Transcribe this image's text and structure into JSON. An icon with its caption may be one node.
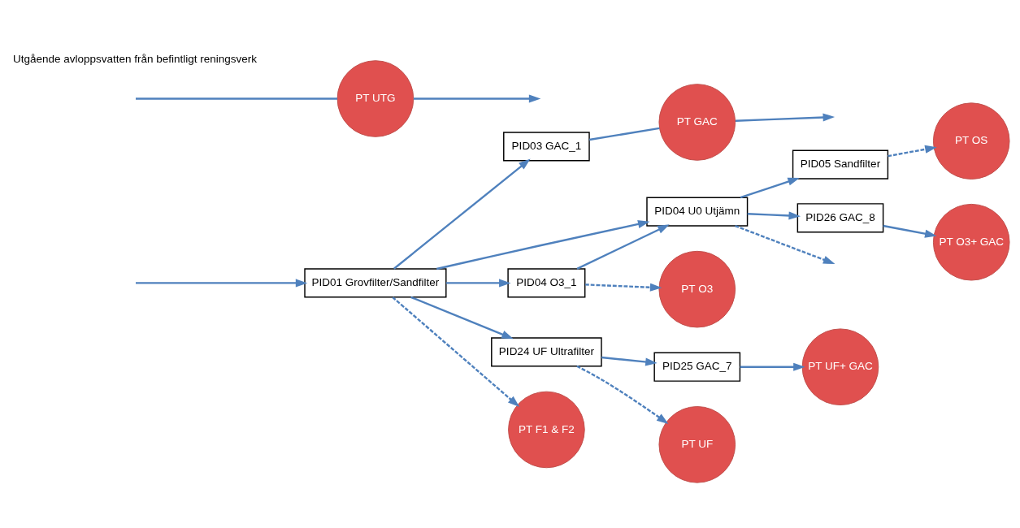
{
  "diagram": {
    "nodes": [
      {
        "text": [
          "PID01 Grovfilter/Sandfilter"
        ]
      },
      {
        "text": [
          "PID03 GAC_1"
        ]
      },
      {
        "text": [
          "PID04 O3_1"
        ]
      },
      {
        "text": [
          "PID04 U0 Utjämn"
        ]
      },
      {
        "text": [
          "PID05 Sandfilter"
        ]
      },
      {
        "text": [
          "PID26 GAC_8"
        ]
      },
      {
        "text": [
          "PID24 UF Ultrafilter"
        ]
      },
      {
        "text": [
          "PID25 GAC_7"
        ]
      },
      {
        "text": [
          "PT UTG"
        ]
      },
      {
        "text": [
          "PT F1 & F2"
        ]
      },
      {
        "text": [
          "PT GAC"
        ]
      },
      {
        "text": [
          "PT O3"
        ]
      },
      {
        "text": [
          "PT OS"
        ]
      },
      {
        "text": [
          "PT O3+ GAC"
        ]
      },
      {
        "text": [
          "PT UF"
        ]
      },
      {
        "text": [
          "PT UF+ GAC"
        ]
      }
    ],
    "edges": [
      {
        "from": null,
        "to": 8,
        "arrow": "none"
      },
      {
        "from": 8,
        "to": null,
        "arrow": "to"
      },
      {
        "from": null,
        "to": 0,
        "arrow": "to"
      },
      {
        "from": 0,
        "to": 9,
        "arrow": "to",
        "style": "dashed"
      },
      {
        "from": 0,
        "to": 1,
        "arrow": "to"
      },
      {
        "from": 0,
        "to": 2,
        "arrow": "to"
      },
      {
        "from": 0,
        "to": 3,
        "arrow": "to"
      },
      {
        "from": 0,
        "to": 6,
        "arrow": "to"
      },
      {
        "from": 1,
        "to": 10,
        "arrow": "none"
      },
      {
        "from": 10,
        "to": null,
        "arrow": "to"
      },
      {
        "from": 2,
        "to": 11,
        "arrow": "to",
        "style": "dashed"
      },
      {
        "from": 2,
        "to": 3,
        "arrow": "to"
      },
      {
        "from": 3,
        "to": null,
        "arrow": "to",
        "style": "dashed"
      },
      {
        "from": 3,
        "to": 4,
        "arrow": "to"
      },
      {
        "from": 3,
        "to": 5,
        "arrow": "to"
      },
      {
        "from": 4,
        "to": 12,
        "arrow": "to",
        "style": "dashed"
      },
      {
        "from": 5,
        "to": 13,
        "arrow": "to"
      },
      {
        "from": 6,
        "to": 14,
        "arrow": "to",
        "style": "dashed"
      },
      {
        "from": 6,
        "to": 7,
        "arrow": "to"
      },
      {
        "from": 7,
        "to": 15,
        "arrow": "to"
      }
    ],
    "labels": [
      "Utgående avloppsvatten från befintligt reningsverk"
    ]
  }
}
